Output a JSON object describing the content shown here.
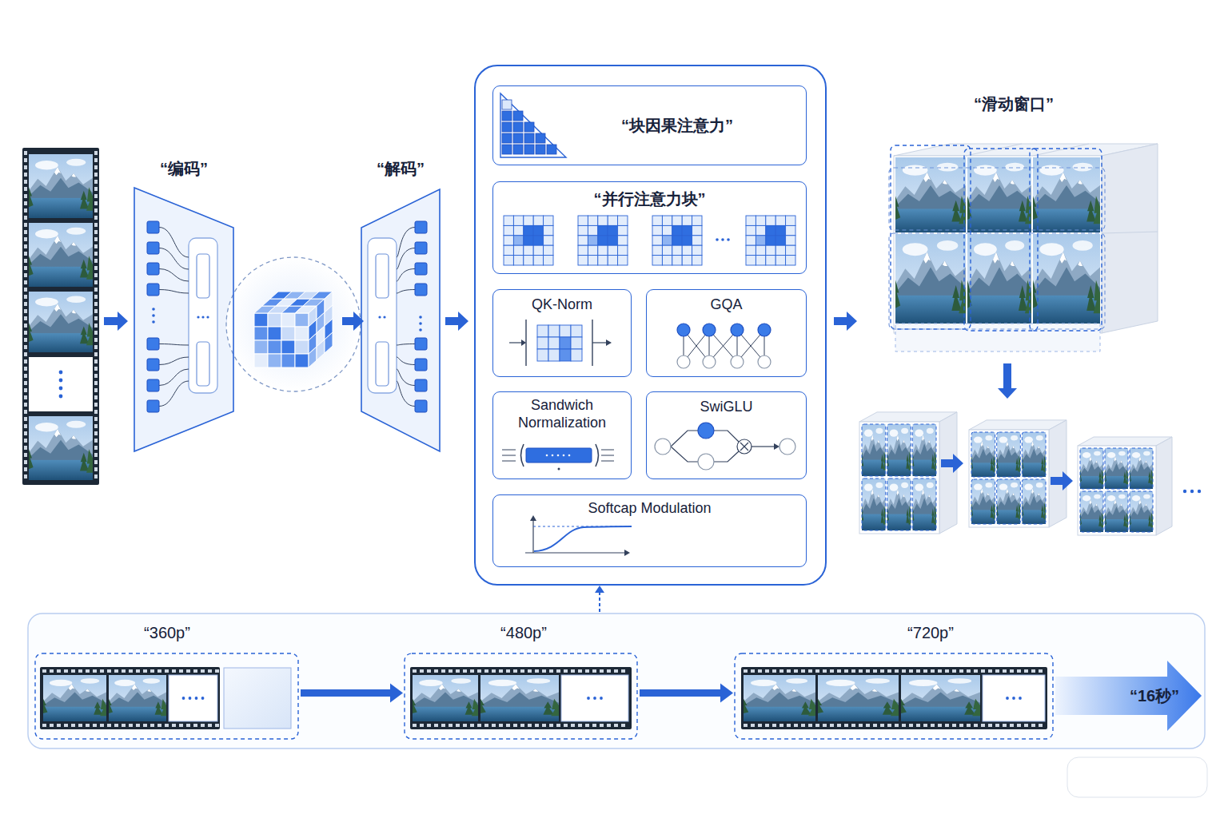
{
  "diagram": {
    "nodes": [
      {
        "text": [
          "“编码”"
        ]
      },
      {
        "text": [
          "“解码”"
        ]
      },
      {
        "text": [
          "“块因果注意力”"
        ]
      },
      {
        "text": [
          "“并行注意力块”"
        ]
      },
      {
        "text": [
          "QK-Norm"
        ]
      },
      {
        "text": [
          "GQA"
        ]
      },
      {
        "text": [
          "Sandwich Normalization"
        ]
      },
      {
        "text": [
          "SwiGLU"
        ]
      },
      {
        "text": [
          "Softcap Modulation"
        ]
      },
      {
        "text": [
          "“滑动窗口”"
        ]
      },
      {
        "text": [
          "“360p”"
        ]
      },
      {
        "text": [
          "“480p”"
        ]
      },
      {
        "text": [
          "“720p”"
        ]
      },
      {
        "text": [
          "“16秒”"
        ]
      }
    ],
    "edges": [
      {
        "from": 10,
        "to": 11,
        "arrow": "to"
      },
      {
        "from": 11,
        "to": 12,
        "arrow": "to"
      }
    ]
  }
}
